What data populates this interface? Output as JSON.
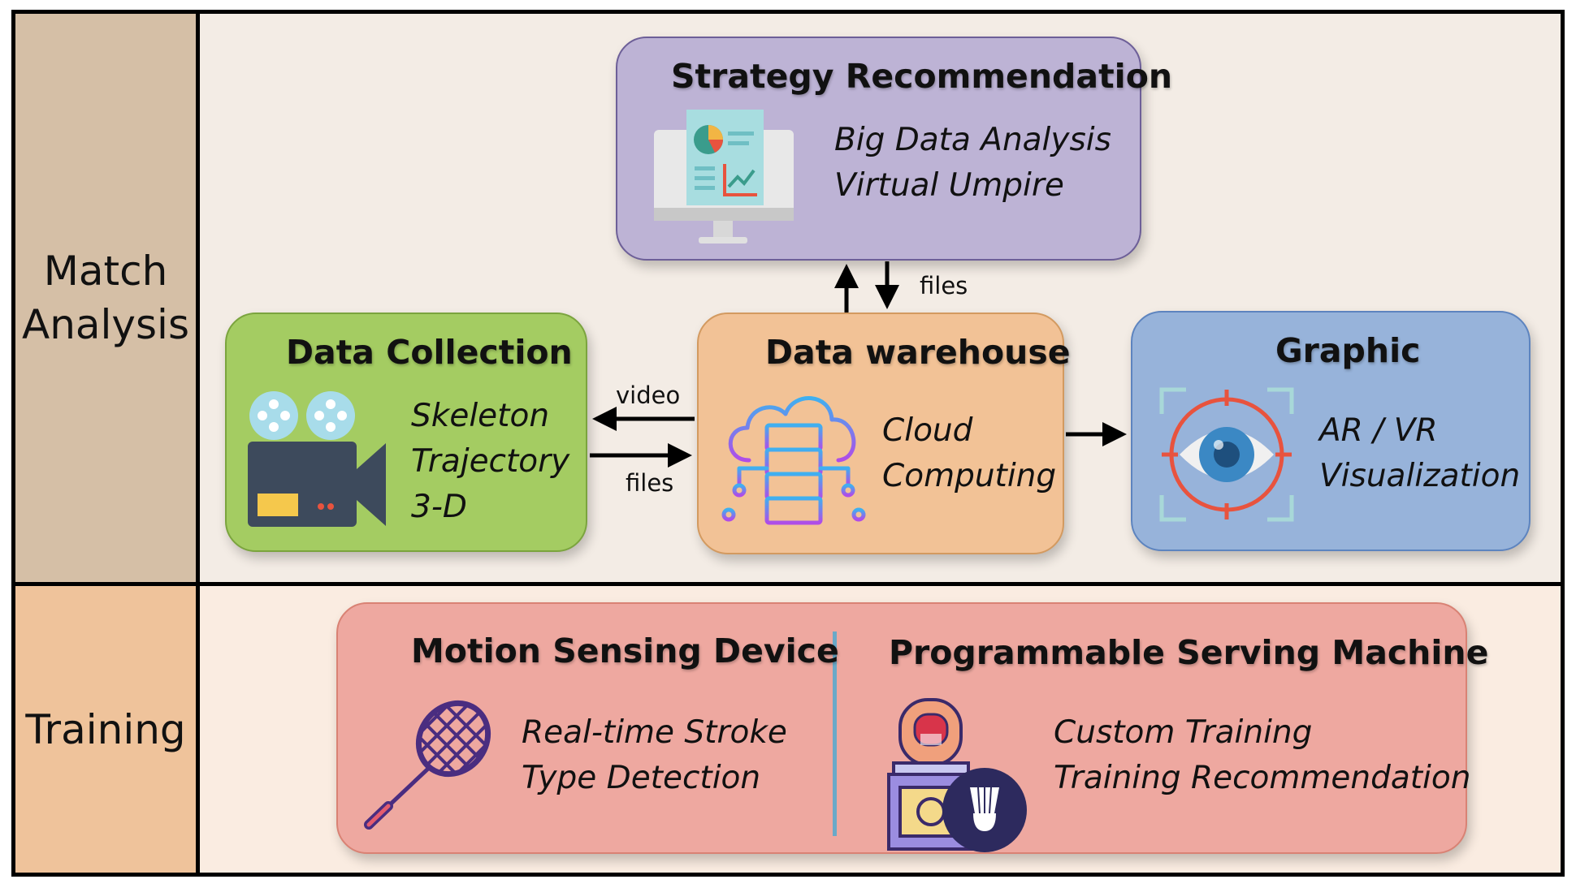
{
  "sections": {
    "match_label": [
      "Match",
      "Analysis"
    ],
    "training_label": "Training"
  },
  "strategy": {
    "title": "Strategy Recommendation",
    "lines": [
      "Big Data Analysis",
      "Virtual Umpire"
    ],
    "icon": "monitor-report-icon"
  },
  "collection": {
    "title": "Data Collection",
    "lines": [
      "Skeleton",
      "Trajectory",
      "3-D"
    ],
    "icon": "film-camera-icon"
  },
  "warehouse": {
    "title": "Data warehouse",
    "lines": [
      "Cloud",
      "Computing"
    ],
    "icon": "cloud-server-icon"
  },
  "graphic": {
    "title": "Graphic",
    "lines": [
      "AR / VR",
      "Visualization"
    ],
    "icon": "eye-target-icon"
  },
  "training": {
    "motion": {
      "title": "Motion Sensing Device",
      "lines": [
        "Real-time Stroke",
        "Type Detection"
      ],
      "icon": "racket-icon"
    },
    "serving": {
      "title": "Programmable Serving Machine",
      "lines": [
        "Custom Training",
        "Training Recommendation"
      ],
      "icon": "shuttlecock-machine-icon"
    }
  },
  "arrows": {
    "files_top": "files",
    "video": "video",
    "files_left": "files"
  },
  "colors": {
    "strategy": "#bdb3d5",
    "collection": "#a4cc62",
    "warehouse": "#f2c296",
    "graphic": "#97b3da",
    "training": "#eea8a0"
  }
}
